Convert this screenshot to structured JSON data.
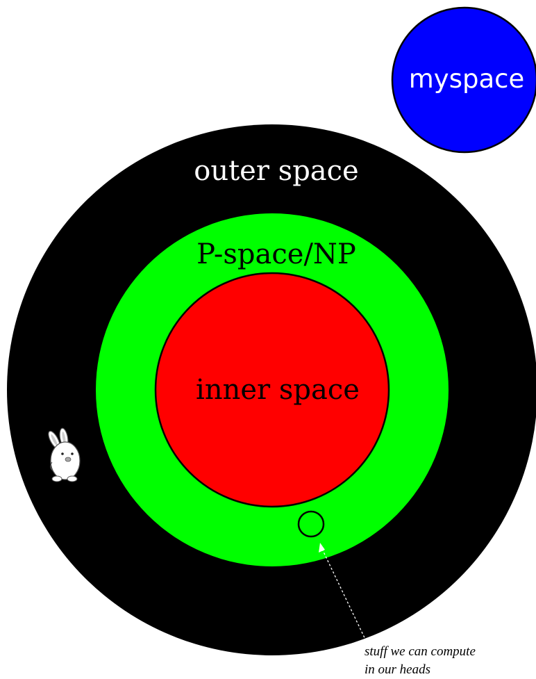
{
  "labels": {
    "myspace": "myspace",
    "outer": "outer space",
    "pspace": "P-space/NP",
    "inner": "inner space",
    "note_line1": "stuff we can compute",
    "note_line2": "in our heads"
  },
  "colors": {
    "background": "#ffffff",
    "outer_fill": "#000000",
    "pspace_fill": "#00ff00",
    "inner_fill": "#ff0000",
    "myspace_fill": "#0000ff",
    "outer_text": "#ffffff",
    "inner_text": "#000000",
    "myspace_text": "#ffffff",
    "note_text": "#000000",
    "arrow": "#ffffff"
  },
  "icons": {
    "mascot": "rabbit-icon"
  }
}
